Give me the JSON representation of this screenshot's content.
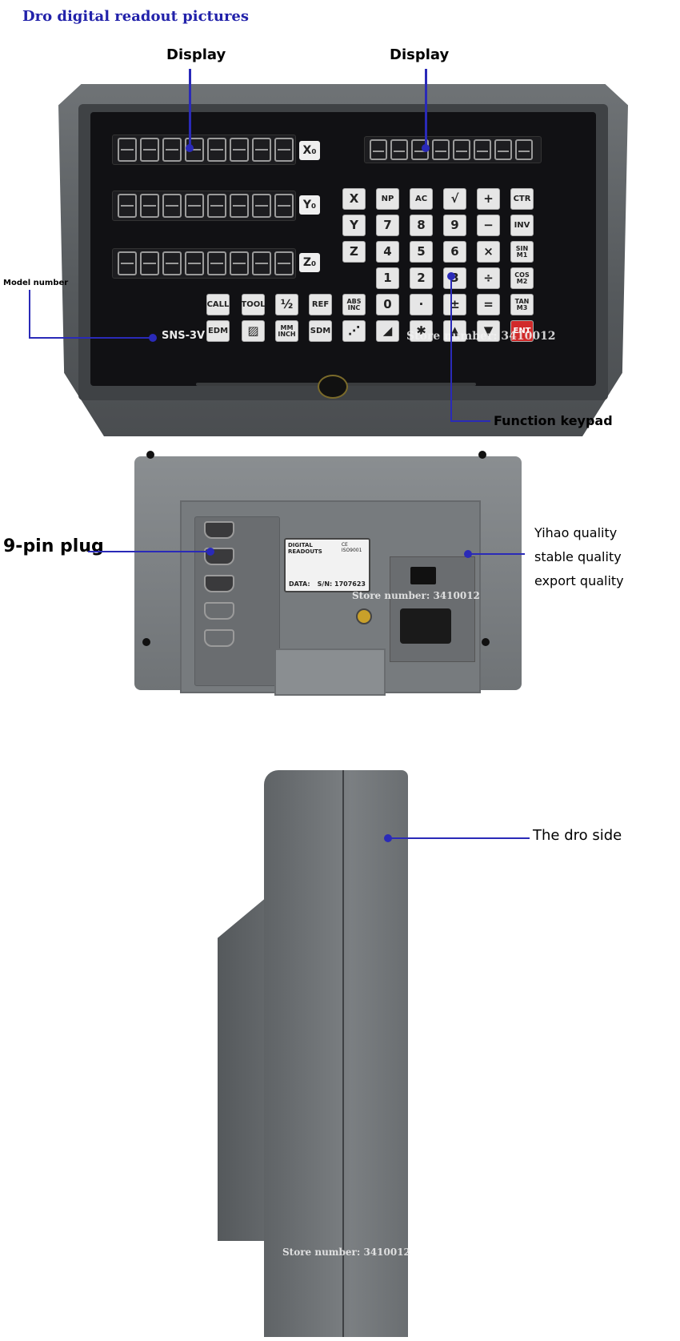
{
  "title": "Dro digital readout pictures",
  "callouts": {
    "display_left": "Display",
    "display_right": "Display",
    "model_number": "Model number",
    "function_keypad": "Function keypad",
    "nine_pin_plug": "9-pin plug",
    "quality_1": "Yihao quality",
    "quality_2": "stable quality",
    "quality_3": "export quality",
    "dro_side": "The dro side"
  },
  "front": {
    "model": "SNS-3V",
    "axes": [
      "X₀",
      "Y₀",
      "Z₀"
    ],
    "keypad": {
      "left_column": [
        "X",
        "Y",
        "Z"
      ],
      "row1": [
        "NP",
        "AC",
        "√",
        "+",
        "CTR"
      ],
      "row2": [
        "7",
        "8",
        "9",
        "−",
        "INV"
      ],
      "row3": [
        "4",
        "5",
        "6",
        "×",
        "SIN M1"
      ],
      "row4": [
        "1",
        "2",
        "3",
        "÷",
        "COS M2"
      ],
      "row5": [
        "0",
        "·",
        "±",
        "=",
        "TAN M3"
      ],
      "bottom_row1": [
        "CALL",
        "TOOL",
        "½",
        "REF",
        "ABS INC"
      ],
      "bottom_row2": [
        "EDM",
        "",
        "MM INCH",
        "SDM",
        ""
      ],
      "enter": "ENT"
    }
  },
  "back": {
    "plate_title": "DIGITAL READOUTS",
    "plate_cert": "CE ISO9001",
    "plate_data_label": "DATA:",
    "plate_serial": "S/N: 1707623"
  },
  "watermark": "Store number: 3410012",
  "colors": {
    "title": "#2222aa",
    "callout_line": "#2a2ab8",
    "housing": "#6f7376",
    "panel": "#111114",
    "enter_key": "#d12a2a"
  }
}
